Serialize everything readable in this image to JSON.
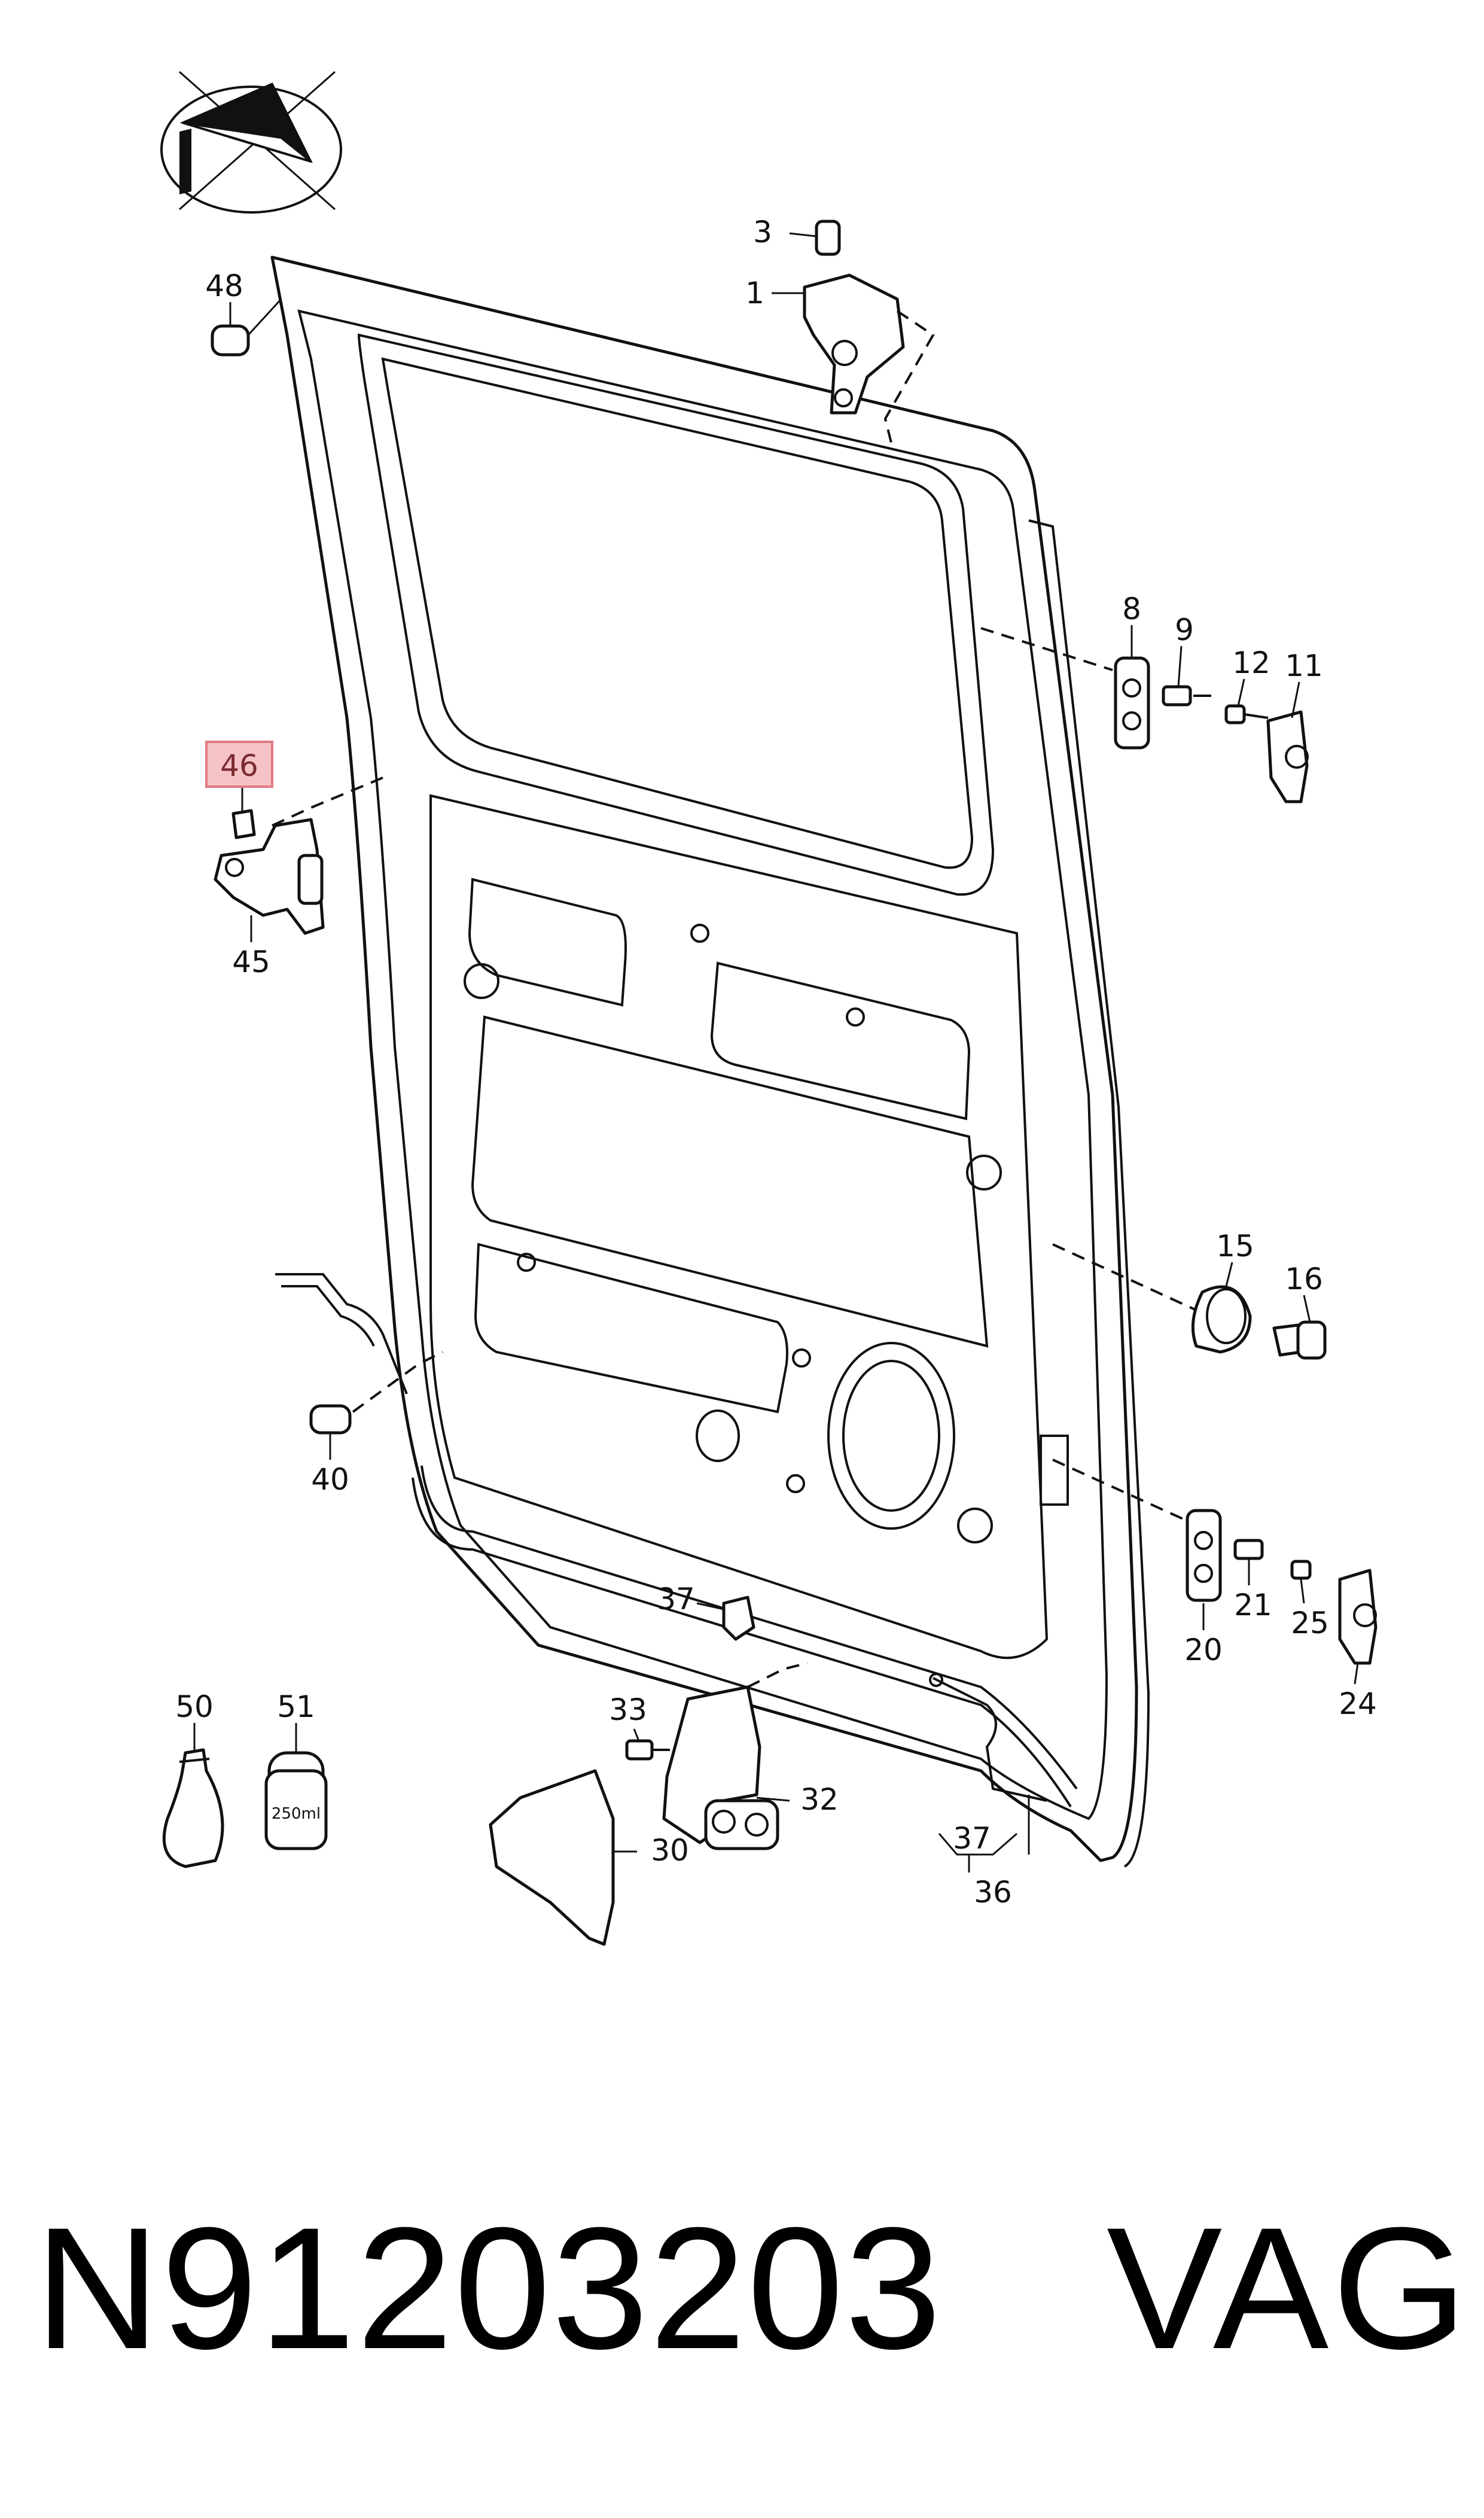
{
  "callouts": {
    "c1": "1",
    "c3": "3",
    "c8": "8",
    "c9": "9",
    "c11": "11",
    "c12": "12",
    "c15": "15",
    "c16": "16",
    "c20": "20",
    "c21": "21",
    "c24": "24",
    "c25": "25",
    "c30": "30",
    "c32": "32",
    "c33": "33",
    "c36": "36",
    "c37a": "37",
    "c37b": "37",
    "c40": "40",
    "c45": "45",
    "c46": "46",
    "c48": "48",
    "c50": "50",
    "c51": "51"
  },
  "highlighted_part": "46",
  "bottle_label": "250ml",
  "footer": {
    "part_number": "N91203203",
    "brand": "VAG"
  },
  "colors": {
    "highlight_fill": "#f5c2c5",
    "highlight_stroke": "#e07a80",
    "line": "#111111"
  }
}
